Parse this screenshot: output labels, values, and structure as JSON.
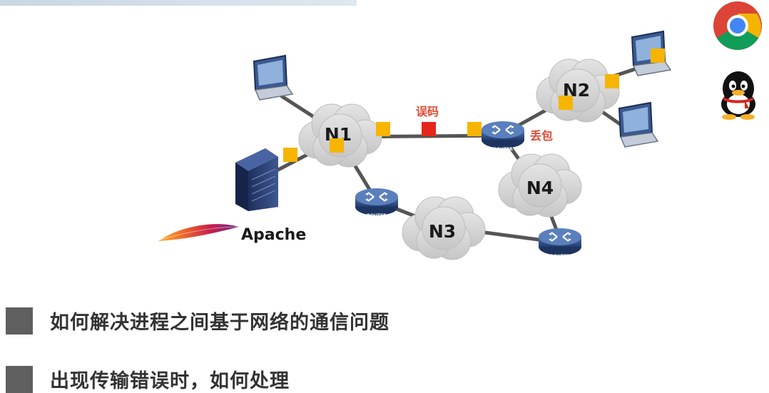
{
  "diagram": {
    "networks": [
      "N1",
      "N2",
      "N3",
      "N4"
    ],
    "error_labels": {
      "bit_error": "误码",
      "packet_loss": "丢包"
    },
    "server_label": "Apache",
    "router_label": "ROUTER"
  },
  "bullets": [
    {
      "text": "如何解决进程之间基于网络的通信问题"
    },
    {
      "text": "出现传输错误时，如何处理"
    }
  ],
  "icons": [
    "chrome-icon",
    "qq-icon"
  ],
  "colors": {
    "packet": "#f7b400",
    "error_packet": "#e5261a",
    "label_red": "#e04a33",
    "cloud": "#d4d4d4",
    "link": "#555555",
    "router": "#2f4e86",
    "bullet": "#5f5f5f"
  }
}
